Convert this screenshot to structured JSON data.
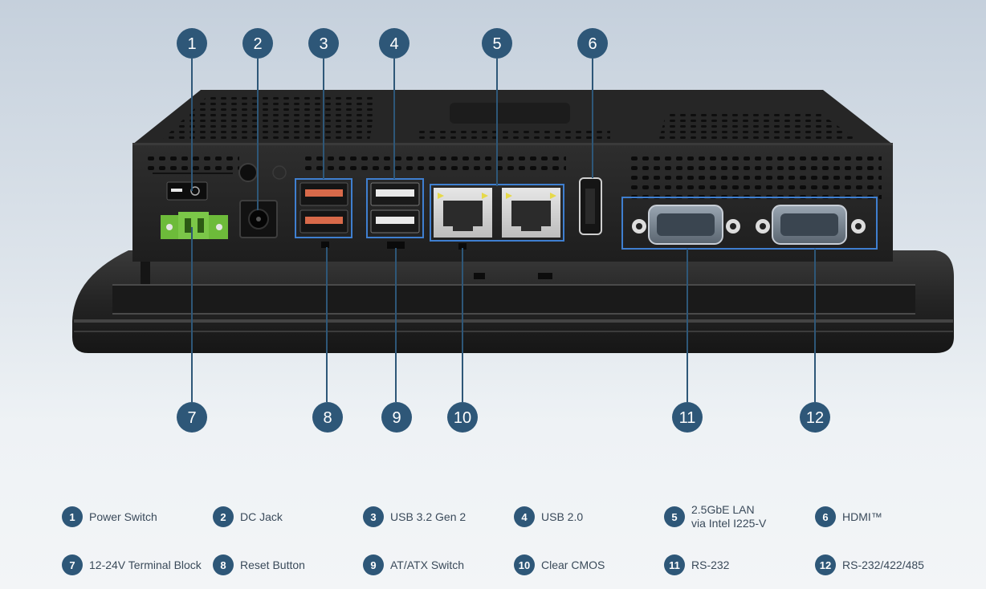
{
  "accent_color": "#2e5778",
  "callouts": [
    "1",
    "2",
    "3",
    "4",
    "5",
    "6",
    "7",
    "8",
    "9",
    "10",
    "11",
    "12"
  ],
  "legend": [
    {
      "num": "1",
      "label": "Power Switch"
    },
    {
      "num": "2",
      "label": "DC Jack"
    },
    {
      "num": "3",
      "label": "USB 3.2 Gen 2"
    },
    {
      "num": "4",
      "label": "USB 2.0"
    },
    {
      "num": "5",
      "label": "2.5GbE LAN",
      "label2": "via Intel I225-V"
    },
    {
      "num": "6",
      "label": "HDMI™"
    },
    {
      "num": "7",
      "label": "12-24V Terminal Block"
    },
    {
      "num": "8",
      "label": "Reset Button"
    },
    {
      "num": "9",
      "label": "AT/ATX Switch"
    },
    {
      "num": "10",
      "label": "Clear CMOS"
    },
    {
      "num": "11",
      "label": "RS-232"
    },
    {
      "num": "12",
      "label": "RS-232/422/485"
    }
  ]
}
